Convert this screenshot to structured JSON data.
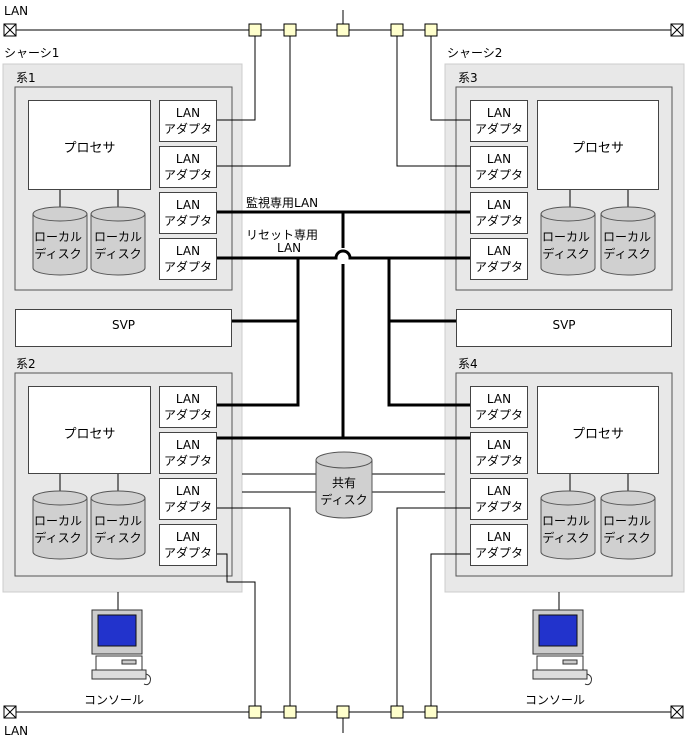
{
  "lan_top_label": "LAN",
  "lan_bottom_label": "LAN",
  "chassis1_label": "シャーシ1",
  "chassis2_label": "シャーシ2",
  "systems": {
    "s1": "系1",
    "s2": "系2",
    "s3": "系3",
    "s4": "系4"
  },
  "processor_label": "プロセサ",
  "lan_adapter_line1": "LAN",
  "lan_adapter_line2": "アダプタ",
  "local_disk_line1": "ローカル",
  "local_disk_line2": "ディスク",
  "svp_label": "SVP",
  "monitor_lan_label": "監視専用LAN",
  "reset_lan_line1": "リセット専用",
  "reset_lan_line2": "LAN",
  "shared_disk_line1": "共有",
  "shared_disk_line2": "ディスク",
  "console_label": "コンソール",
  "colors": {
    "chassis_fill": "#e8e8e8",
    "disk_fill": "#d0d0d0",
    "hub_fill": "#ffffcc",
    "monitor_screen": "#2233cc"
  }
}
